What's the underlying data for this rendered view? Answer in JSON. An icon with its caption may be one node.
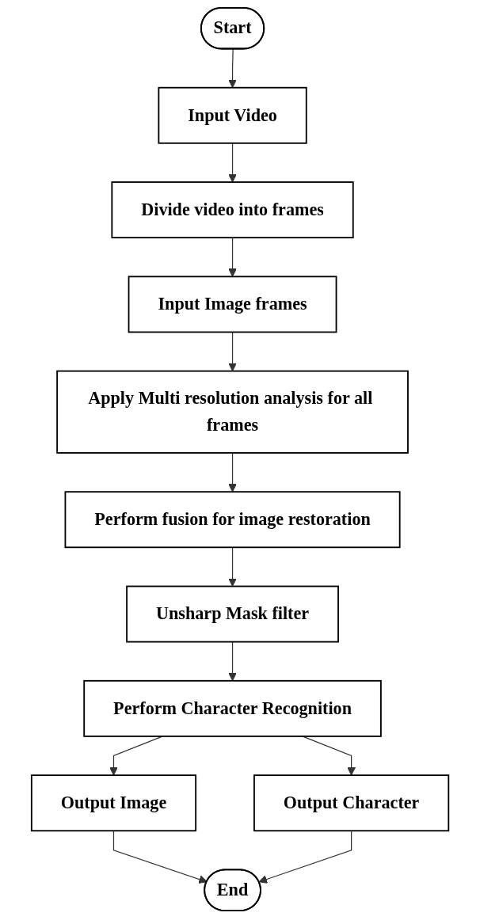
{
  "diagram": {
    "nodes": [
      {
        "text": [
          "Start"
        ]
      },
      {
        "text": [
          "Input Video"
        ]
      },
      {
        "text": [
          "Divide video into frames"
        ]
      },
      {
        "text": [
          "Input Image frames"
        ]
      },
      {
        "text": [
          "Apply Multi resolution analysis for all frames"
        ]
      },
      {
        "text": [
          "Perform fusion for image restoration"
        ]
      },
      {
        "text": [
          "Unsharp Mask filter"
        ]
      },
      {
        "text": [
          "Perform Character Recognition"
        ]
      },
      {
        "text": [
          "Output Image"
        ]
      },
      {
        "text": [
          "Output Character"
        ]
      },
      {
        "text": [
          "End"
        ]
      }
    ],
    "edges": [
      {
        "from": 0,
        "to": 1,
        "arrow": "to"
      },
      {
        "from": 1,
        "to": 2,
        "arrow": "to"
      },
      {
        "from": 2,
        "to": 3,
        "arrow": "to"
      },
      {
        "from": 3,
        "to": 4,
        "arrow": "to"
      },
      {
        "from": 4,
        "to": 5,
        "arrow": "to"
      },
      {
        "from": 5,
        "to": 6,
        "arrow": "to"
      },
      {
        "from": 6,
        "to": 7,
        "arrow": "to"
      },
      {
        "from": 7,
        "to": 8,
        "arrow": "to"
      },
      {
        "from": 7,
        "to": 9,
        "arrow": "to"
      },
      {
        "from": 8,
        "to": 10,
        "arrow": "to"
      },
      {
        "from": 9,
        "to": 10,
        "arrow": "to"
      }
    ]
  }
}
